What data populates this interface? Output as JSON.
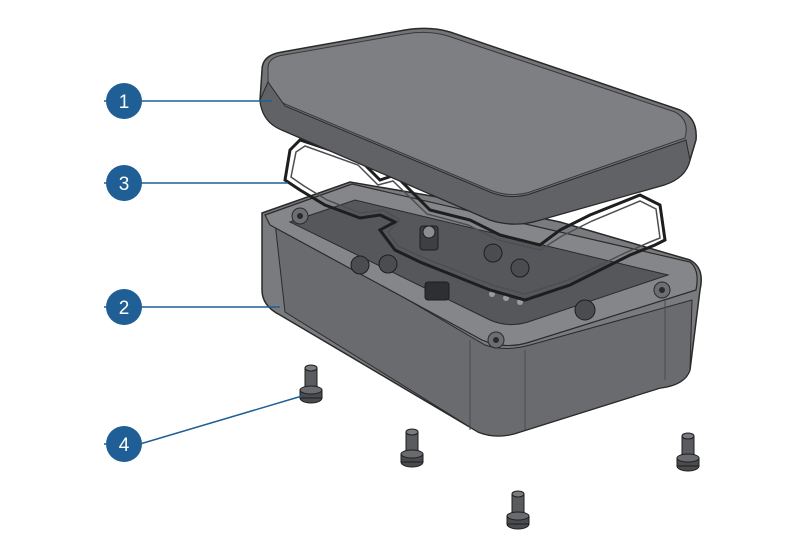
{
  "colors": {
    "callout": "#1f5f96",
    "leader": "#1f5f96",
    "housing": "#7a7b7e",
    "housing_dark": "#5f6063",
    "outline": "#2a2a2a"
  },
  "callouts": [
    {
      "label": "1",
      "part": "lid"
    },
    {
      "label": "3",
      "part": "gasket"
    },
    {
      "label": "2",
      "part": "base"
    },
    {
      "label": "4",
      "part": "screw"
    }
  ]
}
